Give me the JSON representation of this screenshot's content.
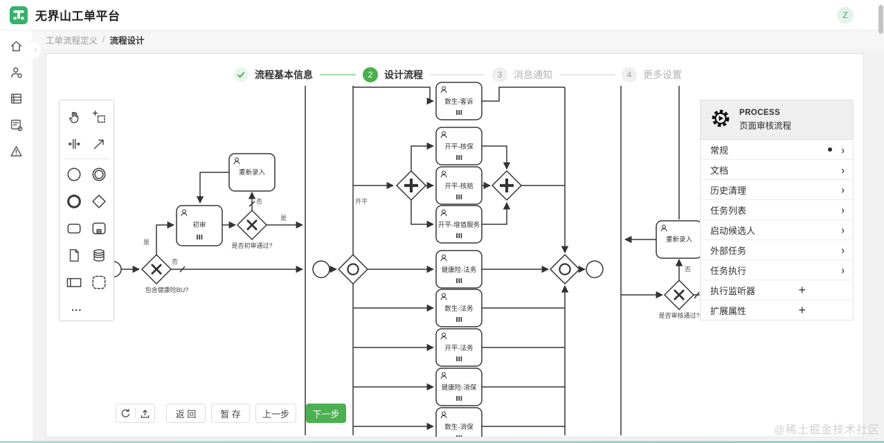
{
  "header": {
    "app_title": "无界山工单平台",
    "avatar_initial": "Z"
  },
  "breadcrumb": {
    "section": "工单流程定义",
    "separator": "/",
    "current": "流程设计"
  },
  "stepper": {
    "steps": [
      {
        "number": "",
        "label": "流程基本信息",
        "state": "done"
      },
      {
        "number": "2",
        "label": "设计流程",
        "state": "active"
      },
      {
        "number": "3",
        "label": "消息通知",
        "state": "pending"
      },
      {
        "number": "4",
        "label": "更多设置",
        "state": "pending"
      }
    ]
  },
  "palette": {
    "more_label": "..."
  },
  "diagram": {
    "tasks": [
      {
        "label": "重新录入"
      },
      {
        "label": "初审"
      },
      {
        "label": "数生-客诉"
      },
      {
        "label": "开平-核保"
      },
      {
        "label": "开平-核赔"
      },
      {
        "label": "开平-增值服务"
      },
      {
        "label": "健康险-法务"
      },
      {
        "label": "数生-法务"
      },
      {
        "label": "开平-法务"
      },
      {
        "label": "健康险-消保"
      },
      {
        "label": "数生-消保"
      },
      {
        "label": "重新录入"
      }
    ],
    "gateway_labels": [
      {
        "label": "包含健康险BU?"
      },
      {
        "label": "是否初审通过?"
      },
      {
        "label": "是否审核通过?"
      }
    ],
    "edge_labels": [
      {
        "text": "是"
      },
      {
        "text": "否"
      },
      {
        "text": "是"
      },
      {
        "text": "否"
      },
      {
        "text": "开平"
      },
      {
        "text": "否"
      }
    ]
  },
  "properties_panel": {
    "eyebrow": "PROCESS",
    "title": "页面审核流程",
    "items": [
      {
        "label": "常规"
      },
      {
        "label": "文档"
      },
      {
        "label": "历史清理"
      },
      {
        "label": "任务列表"
      },
      {
        "label": "启动候选人"
      },
      {
        "label": "外部任务"
      },
      {
        "label": "任务执行"
      },
      {
        "label": "执行监听器"
      },
      {
        "label": "扩展属性"
      }
    ]
  },
  "footer": {
    "back_label": "返 回",
    "stash_label": "暂 存",
    "prev_label": "上一步",
    "next_label": "下一步"
  },
  "watermark": "@稀土掘金技术社区",
  "colors": {
    "accent_green": "#4caf50",
    "logo_green": "#35b26b",
    "avatar_bg": "#e3f3ea",
    "avatar_text": "#3da573"
  }
}
